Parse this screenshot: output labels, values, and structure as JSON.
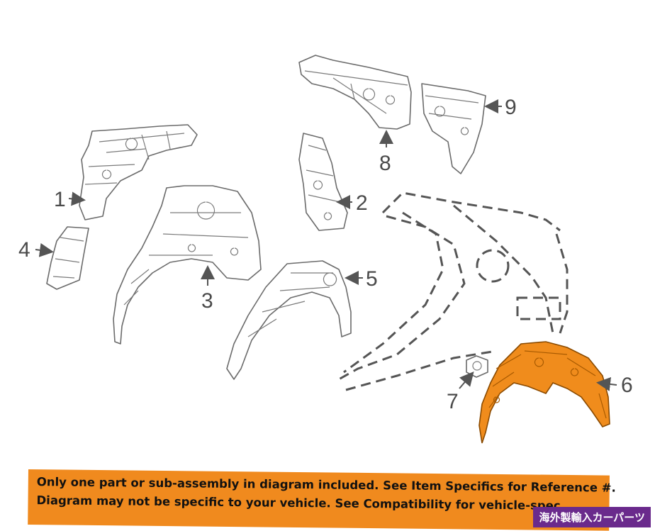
{
  "callouts": {
    "c1": "1",
    "c2": "2",
    "c3": "3",
    "c4": "4",
    "c5": "5",
    "c6": "6",
    "c7": "7",
    "c8": "8",
    "c9": "9"
  },
  "highlight_color": "#f08c1c",
  "banner": {
    "line1": "Only one part or sub-assembly in diagram included. See Item Specifics for Reference #.",
    "line2": "Diagram may not be specific to your vehicle. See Compatibility for vehicle-spec",
    "color": "#f08a1e"
  },
  "badge": {
    "text": "海外製輸入カーパーツ",
    "color": "#6a2a8c"
  }
}
